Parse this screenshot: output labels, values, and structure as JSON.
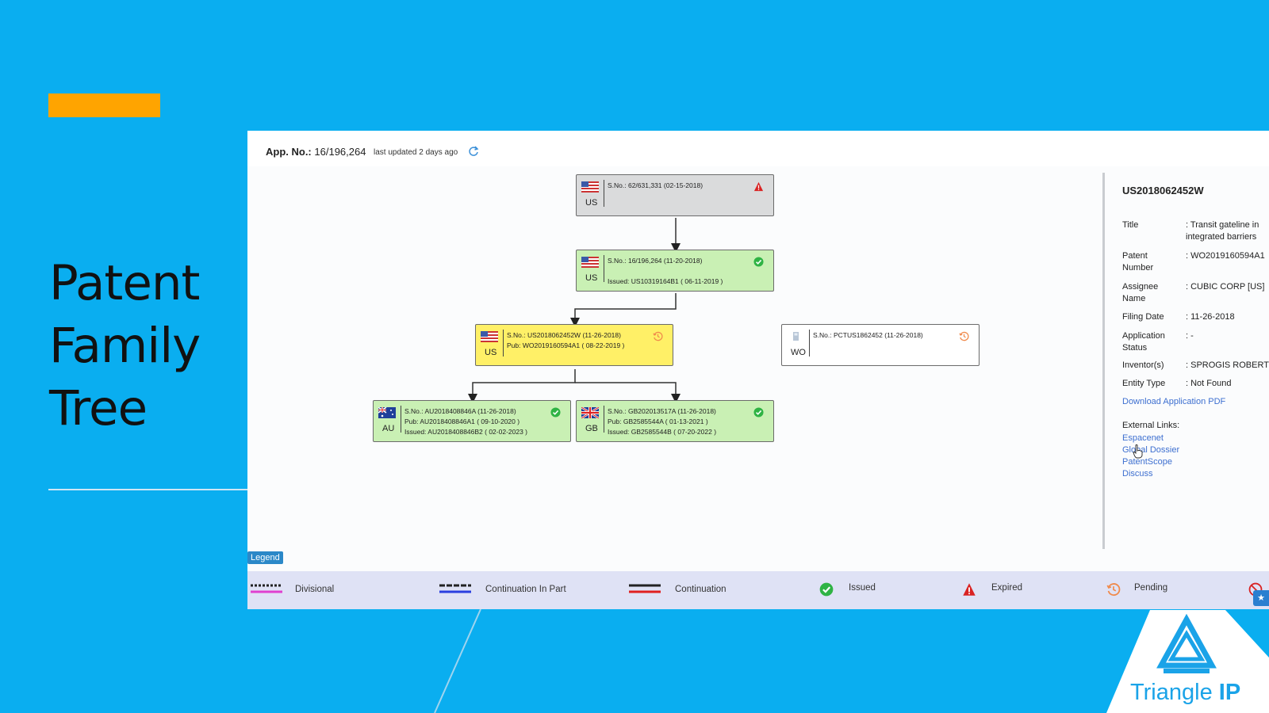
{
  "slide": {
    "title_lines": [
      "Patent",
      "Family",
      "Tree"
    ],
    "logo_text": "Triangle",
    "logo_text_bold": "IP"
  },
  "header": {
    "app_no_label": "App. No.:",
    "app_no_value": "16/196,264",
    "last_updated": "last updated 2 days ago"
  },
  "nodes": [
    {
      "country": "US",
      "line1": "S.No.: 62/631,331 (02-15-2018)",
      "line2": "",
      "line3": "",
      "status": "expired",
      "color": "gray"
    },
    {
      "country": "US",
      "line1": "S.No.: 16/196,264 (11-20-2018)",
      "line2": "",
      "line3": "Issued: US10319164B1 ( 06-11-2019 )",
      "status": "issued",
      "color": "green"
    },
    {
      "country": "US",
      "line1": "S.No.: US2018062452W (11-26-2018)",
      "line2": "Pub: WO2019160594A1 ( 08-22-2019 )",
      "line3": "",
      "status": "pending",
      "color": "yellow"
    },
    {
      "country": "WO",
      "line1": "S.No.: PCTUS1862452 (11-26-2018)",
      "line2": "",
      "line3": "",
      "status": "pending",
      "color": "white"
    },
    {
      "country": "AU",
      "line1": "S.No.: AU2018408846A (11-26-2018)",
      "line2": "Pub: AU2018408846A1 ( 09-10-2020 )",
      "line3": "Issued: AU2018408846B2 ( 02-02-2023 )",
      "status": "issued",
      "color": "green"
    },
    {
      "country": "GB",
      "line1": "S.No.: GB202013517A (11-26-2018)",
      "line2": "Pub: GB2585544A ( 01-13-2021 )",
      "line3": "Issued: GB2585544B ( 07-20-2022 )",
      "status": "issued",
      "color": "green"
    }
  ],
  "details": {
    "id": "US2018062452W",
    "rows": [
      {
        "key": "Title",
        "value": ": Transit gateline in",
        "value2": "integrated barriers"
      },
      {
        "key": "Patent",
        "key2": "Number",
        "value": ": WO2019160594A1"
      },
      {
        "key": "Assignee",
        "key2": "Name",
        "value": ": CUBIC CORP [US]"
      },
      {
        "key": "Filing Date",
        "value": ": 11-26-2018"
      },
      {
        "key": "Application",
        "key2": "Status",
        "value": ": -"
      },
      {
        "key": "Inventor(s)",
        "value": ": SPROGIS ROBERT"
      },
      {
        "key": "Entity Type",
        "value": ": Not Found"
      }
    ],
    "download_link": "Download Application PDF",
    "external_links_label": "External Links:",
    "external_links": [
      "Espacenet",
      "Global Dossier",
      "PatentScope",
      "Discuss"
    ]
  },
  "legend": {
    "tag": "Legend",
    "items": [
      "Divisional",
      "Continuation In Part",
      "Continuation",
      "Issued",
      "Expired",
      "Pending"
    ]
  },
  "colors": {
    "background": "#0aaef0",
    "accent_orange": "#ffa400",
    "issued": "#2fb344",
    "expired": "#d92323",
    "pending": "#f08a4b",
    "link": "#3d6fd0"
  }
}
